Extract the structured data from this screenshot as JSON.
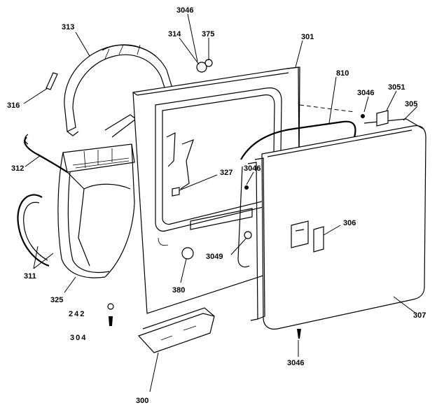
{
  "labels": {
    "l313": "313",
    "l3046a": "3046",
    "l314": "314",
    "l375": "375",
    "l301": "301",
    "l316": "316",
    "l810": "810",
    "l3046b": "3046",
    "l3051": "3051",
    "l305": "305",
    "l312": "312",
    "l327": "327",
    "l3046c": "3046",
    "l306": "306",
    "l3049": "3049",
    "l311": "311",
    "l325": "325",
    "l380": "380",
    "l242": "242",
    "l307": "307",
    "l304": "304",
    "l3046d": "3046",
    "l300": "300"
  }
}
